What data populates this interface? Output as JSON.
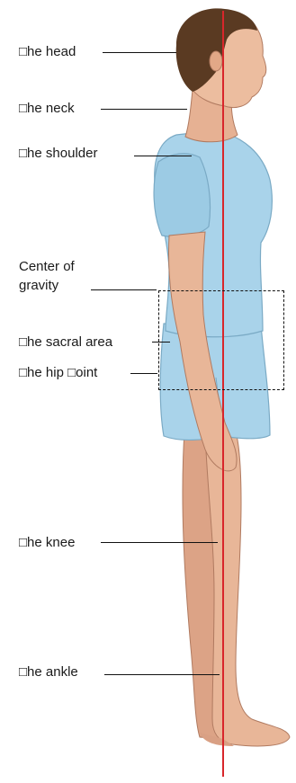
{
  "diagram": {
    "labels": {
      "head": "□he head",
      "neck": "□he neck",
      "shoulder": "□he shoulder",
      "cog_line1": "Center of",
      "cog_line2": "gravity",
      "sacral": "□he sacral area",
      "hip": "□he hip □oint",
      "knee": "□he knee",
      "ankle": "□he ankle"
    },
    "colors": {
      "gravity_line": "#d8262b",
      "gown": "#a9d3ea",
      "skin": "#e8b698",
      "hair": "#5a3a22",
      "background": "#ffffff"
    }
  }
}
